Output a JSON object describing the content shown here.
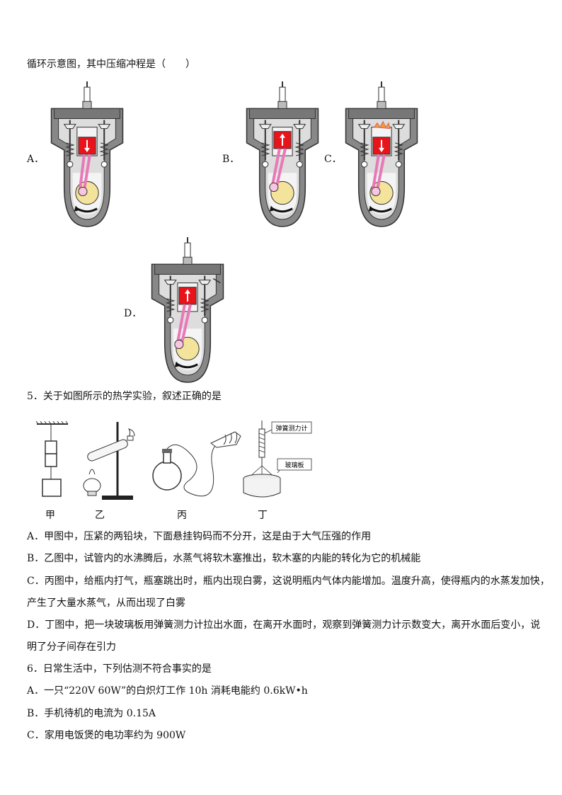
{
  "q4": {
    "stem": "循环示意图，其中压缩冲程是（　　）",
    "options": [
      {
        "label": "A．"
      },
      {
        "label": "B．"
      },
      {
        "label": "C．"
      },
      {
        "label": "D．"
      }
    ]
  },
  "q5": {
    "stem": "5．关于如图所示的热学实验，叙述正确的是",
    "captions": [
      "甲",
      "乙",
      "丙",
      "丁"
    ],
    "fig_labels": {
      "spring_scale": "弹簧测力计",
      "glass_plate": "玻璃板"
    },
    "options": [
      "A．甲图中，压紧的两铅块，下面悬挂钩码而不分开，这是由于大气压强的作用",
      "B．乙图中，试管内的水沸腾后，水蒸气将软木塞推出，软木塞的内能的转化为它的机械能",
      "C．丙图中，给瓶内打气，瓶塞跳出时，瓶内出现白雾，这说明瓶内气体内能增加。温度升高，使得瓶内的水蒸发加快，",
      "产生了大量水蒸气，从而出现了白雾",
      "D．丁图中，把一块玻璃板用弹簧测力计拉出水面，在离开水面时，观察到弹簧测力计示数变大，离开水面后变小，说",
      "明了分子间存在引力"
    ]
  },
  "q6": {
    "stem": "6．日常生活中，下列估测不符合事实的是",
    "options": [
      "A．一只“220V 60W”的白炽灯工作 10h 消耗电能约 0.6kW•h",
      "B．手机待机的电流为 0.15A",
      "C．家用电饭煲的电功率约为 900W"
    ]
  }
}
